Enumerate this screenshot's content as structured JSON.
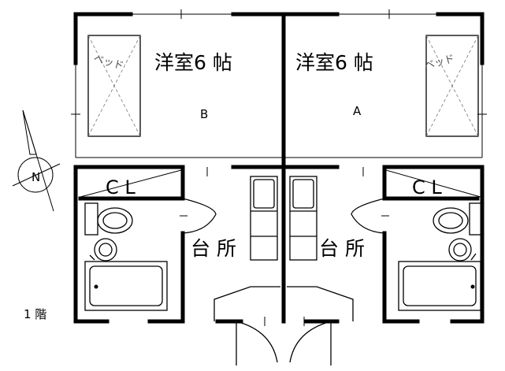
{
  "labels": {
    "room_left": "洋室6 帖",
    "room_right": "洋室6 帖",
    "unit_b": "B",
    "unit_a": "A",
    "closet_left": "C L",
    "closet_right": "C L",
    "kitchen_left": "台 所",
    "kitchen_right": "台 所",
    "bed_left": "ベッド",
    "bed_right": "ベッド",
    "floor": "1 階",
    "north": "N"
  }
}
